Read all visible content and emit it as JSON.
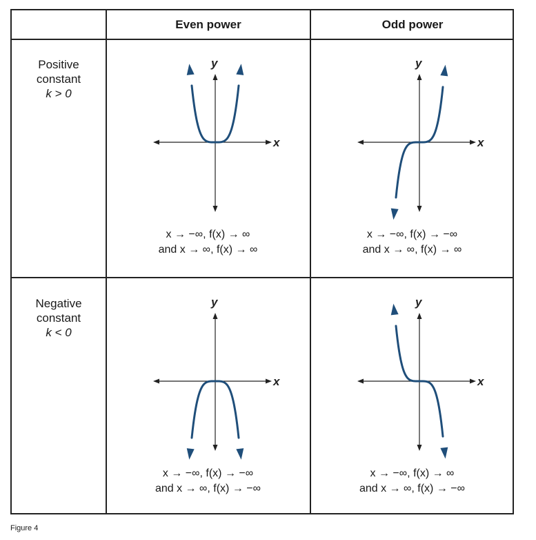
{
  "table": {
    "col_headers": [
      "Even power",
      "Odd power"
    ],
    "rows": [
      {
        "header": [
          "Positive",
          "constant",
          "k > 0"
        ],
        "cells": [
          {
            "curve": "even-positive",
            "limits": [
              "x → −∞, f(x) → ∞",
              "and x → ∞, f(x) → ∞"
            ]
          },
          {
            "curve": "odd-positive",
            "limits": [
              "x → −∞, f(x) → −∞",
              "and x → ∞, f(x) → ∞"
            ]
          }
        ]
      },
      {
        "header": [
          "Negative",
          "constant",
          "k < 0"
        ],
        "cells": [
          {
            "curve": "even-negative",
            "limits": [
              "x → −∞, f(x) → −∞",
              "and x → ∞, f(x) → −∞"
            ]
          },
          {
            "curve": "odd-negative",
            "limits": [
              "x → −∞, f(x) → ∞",
              "and x → ∞, f(x) → −∞"
            ]
          }
        ]
      }
    ],
    "axis_labels": {
      "x": "x",
      "y": "y"
    }
  },
  "caption": "Figure 4",
  "colors": {
    "curve": "#1f4e7a",
    "axis": "#222222",
    "border": "#222222"
  }
}
